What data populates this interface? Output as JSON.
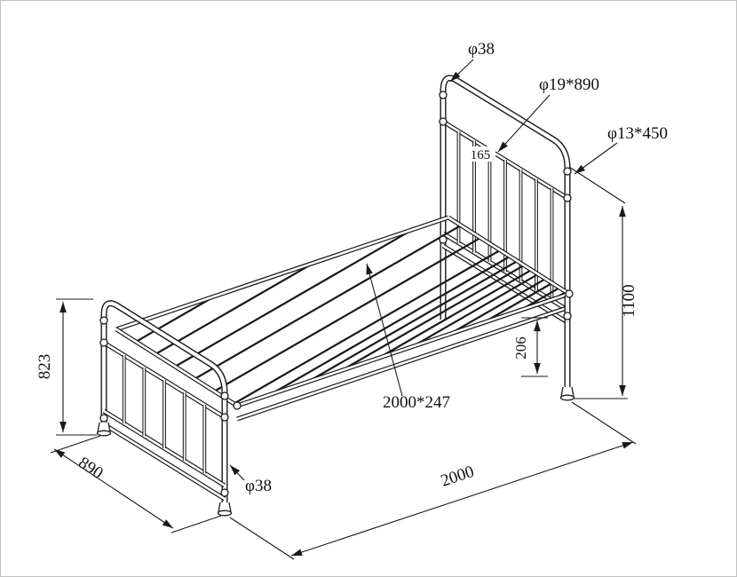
{
  "drawing": {
    "subject": "single metal bed frame - dimensioned isometric line drawing",
    "background": "#ffffff",
    "line_color": "#1a1a1a",
    "annotations": {
      "top_tube_diameter": "φ38",
      "spindle_spec": "φ19*890",
      "short_tube_spec": "φ13*450",
      "spindle_gap": "165",
      "headboard_height": "1100",
      "footboard_height": "823",
      "rail_depth": "206",
      "slat_base_spec": "2000*247",
      "bed_width": "890",
      "leg_tube_diameter": "φ38",
      "bed_length": "2000"
    }
  }
}
